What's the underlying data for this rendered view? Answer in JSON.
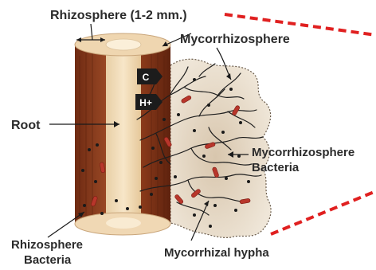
{
  "labels": {
    "rhizosphere": "Rhizosphere (1-2 mm.)",
    "mycorrhizosphere": "Mycorrhizosphere",
    "root": "Root",
    "myco_bacteria_line1": "Mycorrhizosphere",
    "myco_bacteria_line2": "Bacteria",
    "rhizo_bacteria_line1": "Rhizosphere",
    "rhizo_bacteria_line2": "Bacteria",
    "hypha": "Mycorrhizal hypha"
  },
  "badges": {
    "carbon": "C",
    "proton": "H+"
  },
  "colors": {
    "root_bark": "#8f3e1f",
    "root_core": "#f2dcb8",
    "soil": "#e6d8c3",
    "dashed_line": "#e02020",
    "bacteria": "#b8362b",
    "hypha": "#1e1e1e"
  }
}
